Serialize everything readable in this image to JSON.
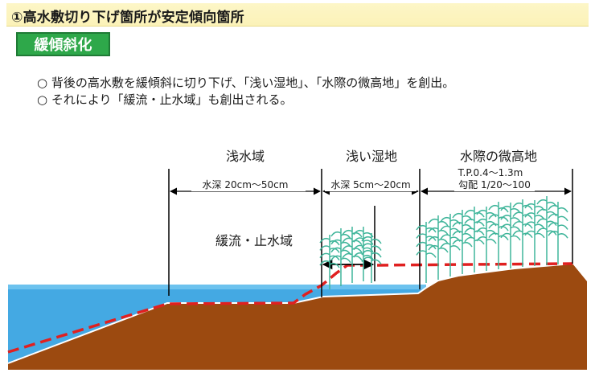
{
  "header": {
    "title": "①高水敷切り下げ箇所が安定傾向箇所"
  },
  "badge": {
    "label": "緩傾斜化"
  },
  "bullets": [
    "○ 背後の高水敷を緩傾斜に切り下げ、「浅い湿地」、「水際の微高地」を創出。",
    "○ それにより「緩流・止水域」も創出される。"
  ],
  "diagram": {
    "zones": [
      {
        "name": "浅水域",
        "depth": "水深 20cm～50cm"
      },
      {
        "name": "浅い湿地",
        "depth": "水深 5cm～20cm"
      },
      {
        "name": "水際の微高地",
        "depth_line1": "T.P.0.4～1.3m",
        "depth_line2": "勾配 1/20～100"
      }
    ],
    "slow_water_label": "緩流・止水域",
    "colors": {
      "ground": "#9c4a10",
      "water": "#44a9e3",
      "water_surface": "#6cc2ee",
      "design_line": "#e02020",
      "vegetation": "#3fb59a",
      "badge": "#2ea84a"
    }
  }
}
